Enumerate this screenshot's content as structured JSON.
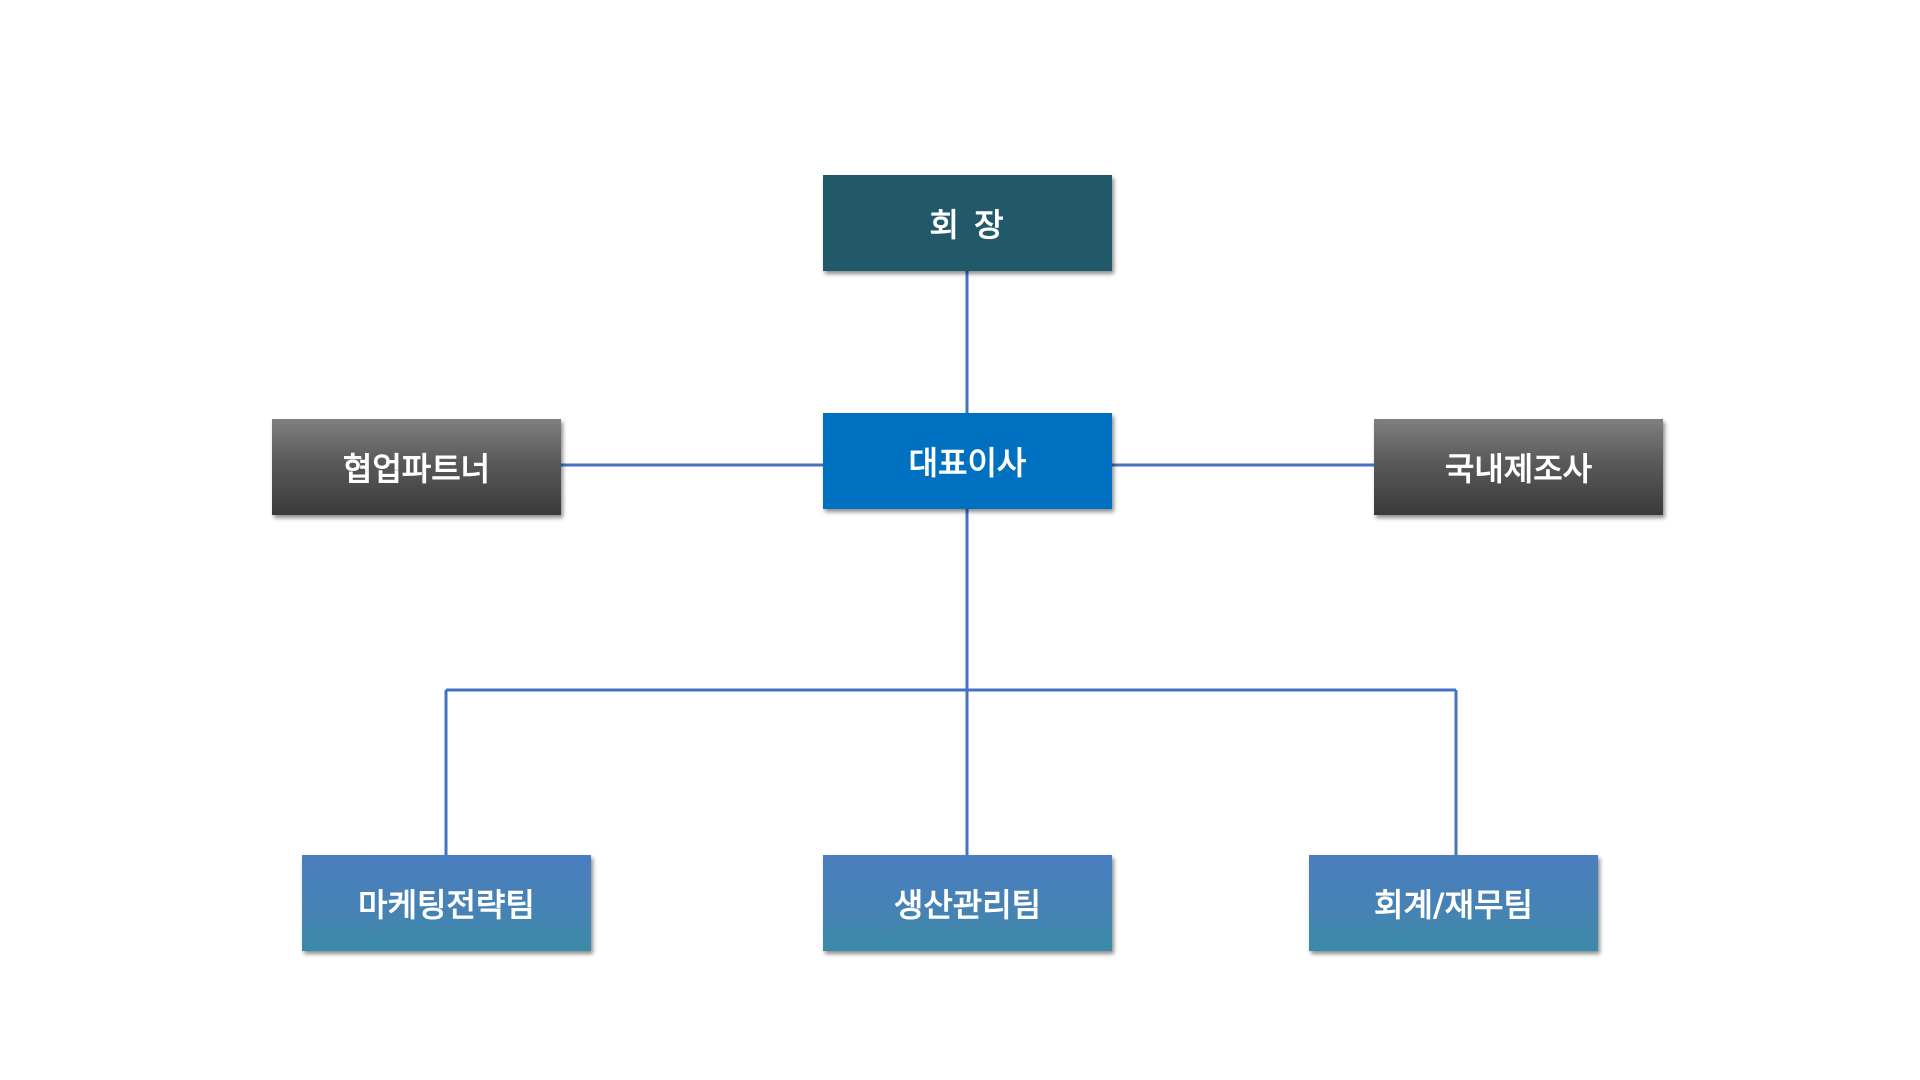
{
  "nodes": {
    "chairman": {
      "label": "회 장",
      "color": "#215968"
    },
    "ceo": {
      "label": "대표이사",
      "color": "#0070c0"
    },
    "partner": {
      "label": "협업파트너",
      "color": "#595959"
    },
    "manufacturer": {
      "label": "국내제조사",
      "color": "#595959"
    },
    "teams": [
      {
        "label": "마케팅전략팀"
      },
      {
        "label": "생산관리팀"
      },
      {
        "label": "회계/재무팀"
      }
    ],
    "team_color": "#4a7ebb"
  },
  "edges": [
    {
      "from": "회 장",
      "to": "대표이사"
    },
    {
      "from": "대표이사",
      "to": "협업파트너"
    },
    {
      "from": "대표이사",
      "to": "국내제조사"
    },
    {
      "from": "대표이사",
      "to": "마케팅전략팀"
    },
    {
      "from": "대표이사",
      "to": "생산관리팀"
    },
    {
      "from": "대표이사",
      "to": "회계/재무팀"
    }
  ],
  "line_color": "#4472c4"
}
